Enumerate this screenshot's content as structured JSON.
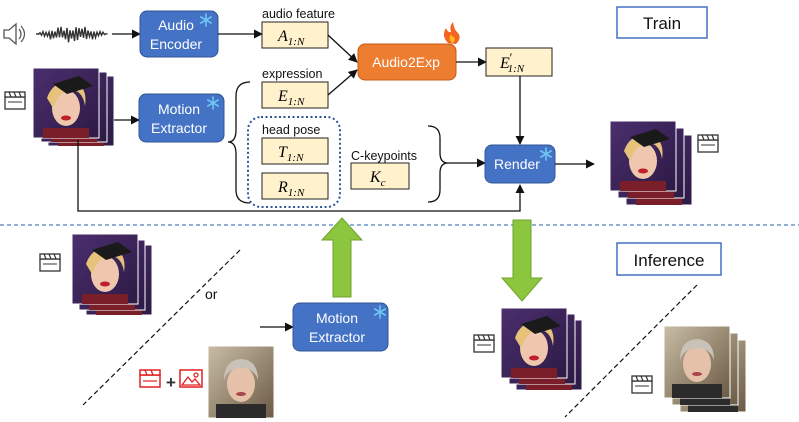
{
  "labels": {
    "audio_encoder_line1": "Audio",
    "audio_encoder_line2": "Encoder",
    "motion_extractor_line1": "Motion",
    "motion_extractor_line2": "Extractor",
    "audio2exp": "Audio2Exp",
    "render": "Render",
    "audio_feature": "audio feature",
    "expression": "expression",
    "head_pose": "head pose",
    "c_keypoints": "C-keypoints",
    "train": "Train",
    "inference": "Inference",
    "or": "or"
  },
  "math": {
    "A_base": "A",
    "A_sub": "1:N",
    "E_base": "E",
    "E_sub": "1:N",
    "T_base": "T",
    "T_sub": "1:N",
    "R_base": "R",
    "R_sub": "1:N",
    "K_base": "K",
    "K_sub": "c",
    "Eprime_base": "E",
    "Eprime_prime": "′",
    "Eprime_sub": "1:N"
  },
  "colors": {
    "module_blue": "#4472C4",
    "module_orange": "#ED7D31",
    "feature_fill": "#FFF2CC",
    "arrow_green": "#8CC63F",
    "dashed_blue": "#4F81BD",
    "red_icon": "#E02020"
  },
  "icons": [
    "speaker-icon",
    "clapperboard-icon",
    "snowflake-icon",
    "flame-icon",
    "image-icon"
  ]
}
